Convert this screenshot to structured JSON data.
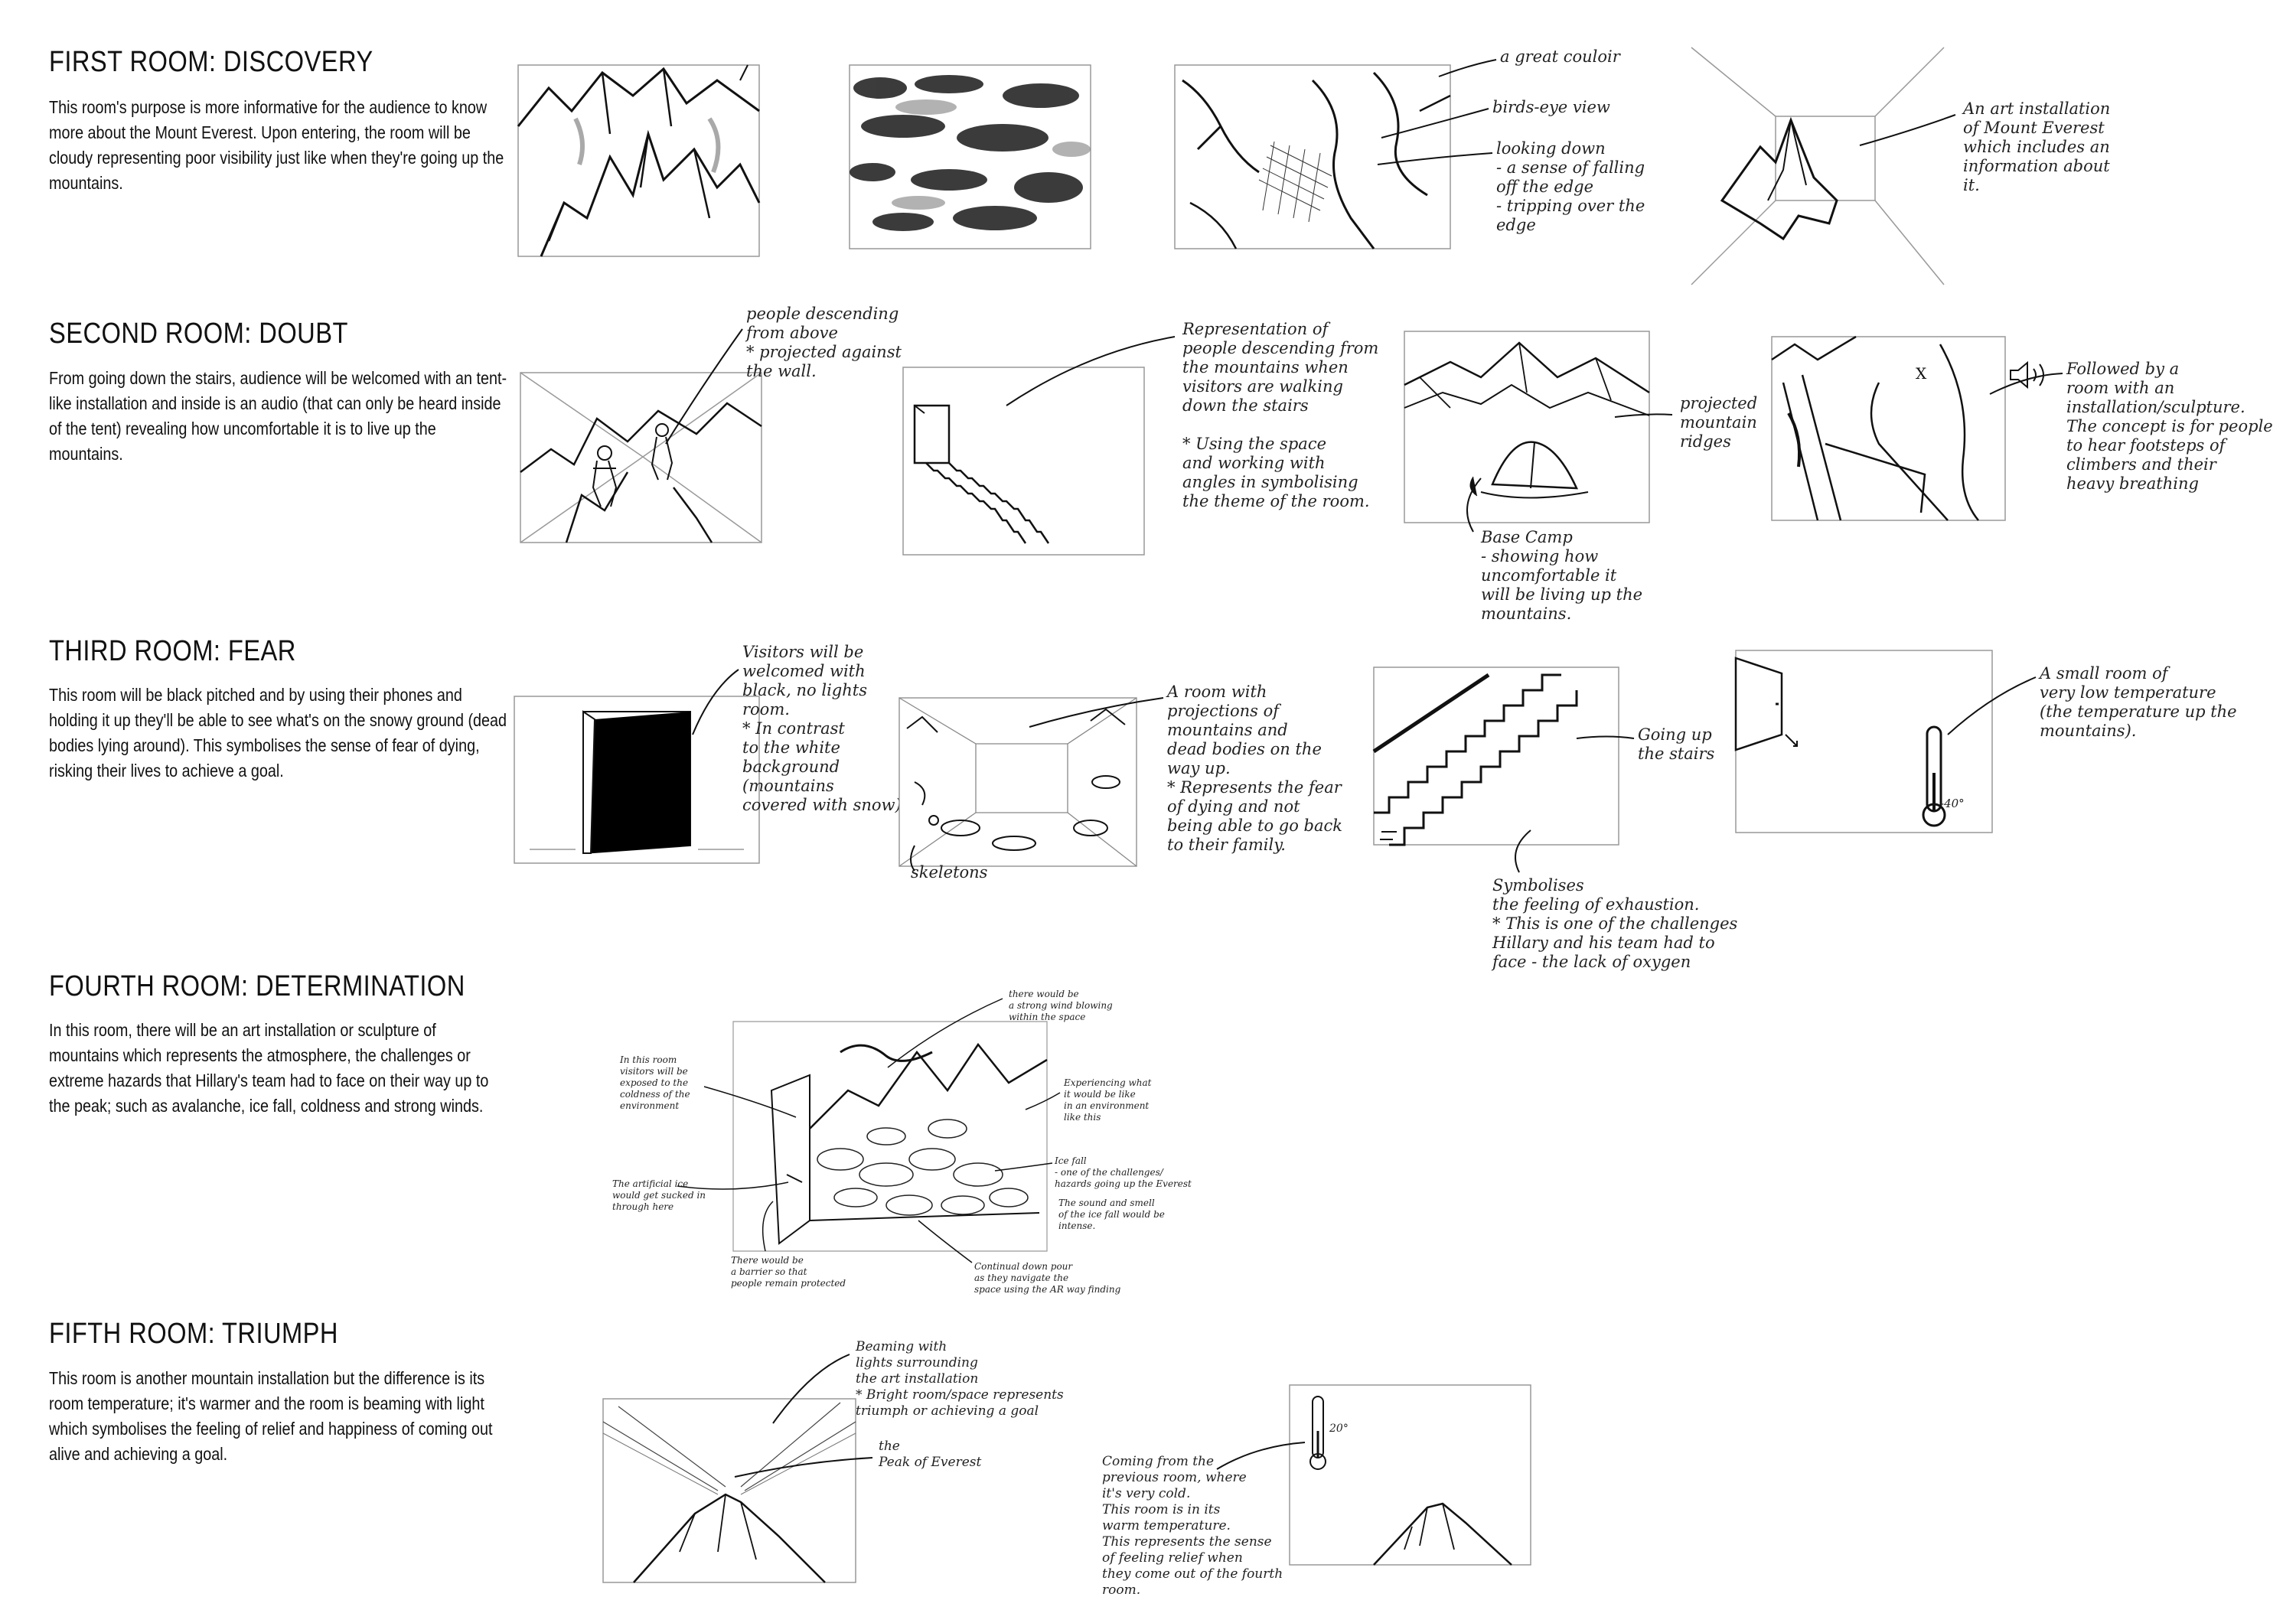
{
  "rooms": [
    {
      "title": "FIRST ROOM: DISCOVERY",
      "desc": "This room's purpose is more informative for the audience to know more about the Mount Everest. Upon entering, the room will be cloudy representing poor visibility just like when they're going up the mountains.",
      "notes": {
        "couloir": "a great couloir",
        "birdseye": "birds-eye view",
        "looking": "looking down\n- a sense of falling\n  off the edge\n- tripping over the\n  edge",
        "art": "An art installation\nof Mount Everest\nwhich includes an\ninformation about\nit."
      }
    },
    {
      "title": "SECOND ROOM: DOUBT",
      "desc": "From going down the stairs, audience will be welcomed with an tent-like installation and inside is an audio (that can only be heard inside of the tent) revealing how uncomfortable it is to live up the mountains.",
      "notes": {
        "descend": "people descending\nfrom above\n* projected against\n  the wall.",
        "rep": "Representation of\npeople descending from\nthe mountains when\nvisitors are walking\ndown the stairs\n\n* Using the space\n  and working with\n  angles in symbolising\n  the theme of the room.",
        "ridges": "projected\nmountain\nridges",
        "base": "Base Camp\n- showing how\n  uncomfortable it\n  will be living up the\n  mountains.",
        "followed": "Followed by a\nroom with an\ninstallation/sculpture.\nThe concept is for people\nto hear footsteps of\nclimbers and their\nheavy breathing"
      }
    },
    {
      "title": "THIRD ROOM: FEAR",
      "desc": "This room will be black pitched and by using their phones and holding it up they'll be able to see what's on the snowy ground (dead bodies lying around). This symbolises the sense of fear of dying, risking their lives to achieve a goal.",
      "notes": {
        "welcomed": "Visitors will be\nwelcomed with\nblack, no lights\nroom.\n* In contrast\n  to the white\n  background\n  (mountains\n  covered with snow)",
        "proj": "A room with\nprojections of\nmountains and\ndead bodies on the\nway up.\n* Represents the fear\n  of dying and not\n  being able to go back\n  to their family.",
        "skeletons": "skeletons",
        "going": "Going up\nthe stairs",
        "symb": "Symbolises\nthe feeling of exhaustion.\n* This is one of the challenges\n  Hillary and his team had to\n  face - the lack of oxygen",
        "small": "A small room of\nvery low temperature\n(the temperature up the\nmountains).",
        "temp": "-40°"
      }
    },
    {
      "title": "FOURTH ROOM: DETERMINATION",
      "desc": "In this room, there will be an art installation or sculpture of mountains which represents the atmosphere, the challenges or extreme hazards that Hillary's team had to face on their way up to the peak; such as avalanche, ice fall, coldness and strong winds.",
      "notes": {
        "inroom": "In this room\nvisitors will be\nexposed to the\ncoldness of the\nenvironment",
        "wind": "there would be\na strong wind blowing\nwithin the space",
        "exp": "Experiencing what\nit would be like\nin an environment\nlike this",
        "ice": "Ice fall\n- one of the challenges/\nhazards going up the Everest",
        "sound": "The sound and smell\nof the ice fall would be\nintense.",
        "artificial": "The artificial ice\nwould get sucked in\nthrough here",
        "barrier": "There would be\na barrier so that\npeople remain protected",
        "downpour": "Continual down pour\nas they navigate the\nspace using the AR way finding"
      }
    },
    {
      "title": "FIFTH ROOM: TRIUMPH",
      "desc": "This room is another mountain installation but the difference is its room temperature; it's warmer and the room is beaming with light which symbolises the feeling of relief and happiness of coming out alive and achieving a goal.",
      "notes": {
        "beaming": "Beaming with\nlights surrounding\nthe art installation\n* Bright room/space represents\n  triumph or achieving a goal",
        "peak": "the\nPeak of Everest",
        "coming": "Coming from the\nprevious room, where\nit's very cold.\nThis room is in its\nwarm temperature.\nThis represents the sense\nof feeling relief when\nthey come out of the fourth\nroom.",
        "temp": "20°"
      }
    }
  ]
}
